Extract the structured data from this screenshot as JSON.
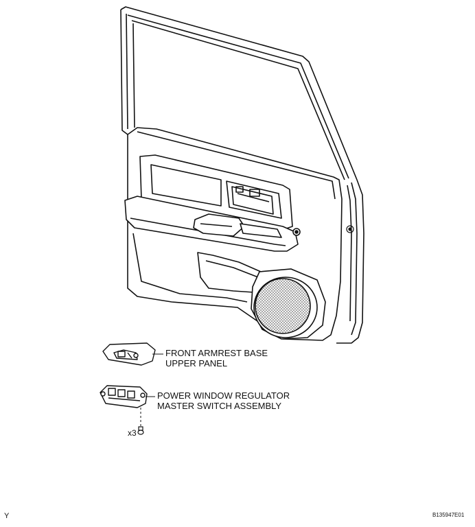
{
  "callouts": {
    "armrest_upper_panel": {
      "line1": "FRONT ARMREST BASE",
      "line2": "UPPER PANEL"
    },
    "master_switch": {
      "line1": "POWER WINDOW REGULATOR",
      "line2": "MASTER SWITCH ASSEMBLY"
    },
    "screw_quantity": "x3"
  },
  "corner_labels": {
    "left_mark": "Y",
    "figure_code": "B135947E01"
  },
  "colors": {
    "ink": "#111111",
    "background": "#ffffff",
    "speaker_mesh": "#777777"
  }
}
